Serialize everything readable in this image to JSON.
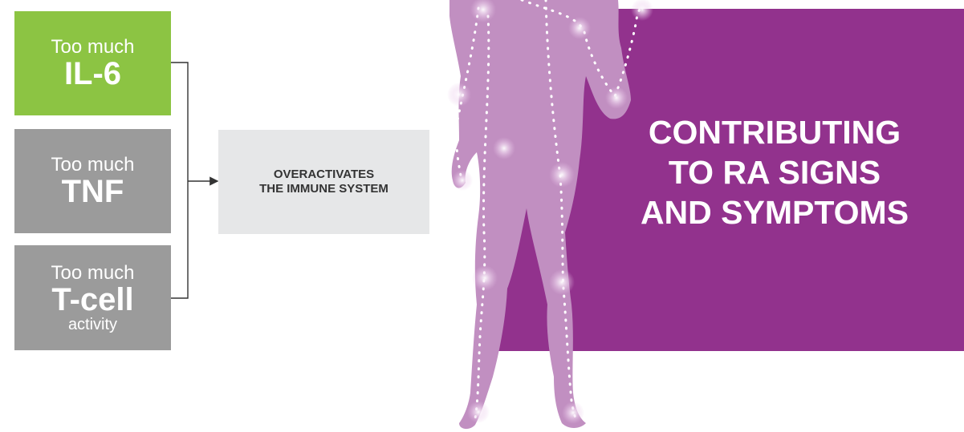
{
  "boxes": [
    {
      "pre": "Too much",
      "main": "IL-6",
      "post": ""
    },
    {
      "pre": "Too much",
      "main": "TNF",
      "post": ""
    },
    {
      "pre": "Too much",
      "main": "T-cell",
      "post": "activity"
    }
  ],
  "center": {
    "line1": "OVERACTIVATES",
    "line2": "THE IMMUNE SYSTEM"
  },
  "headline": {
    "line1": "CONTRIBUTING",
    "line2": "TO RA SIGNS",
    "line3": "AND SYMPTOMS"
  },
  "colors": {
    "green": "#8cc443",
    "gray": "#9b9b9b",
    "panel": "#e6e7e8",
    "purple": "#92328d",
    "body": "#c18fc1"
  }
}
